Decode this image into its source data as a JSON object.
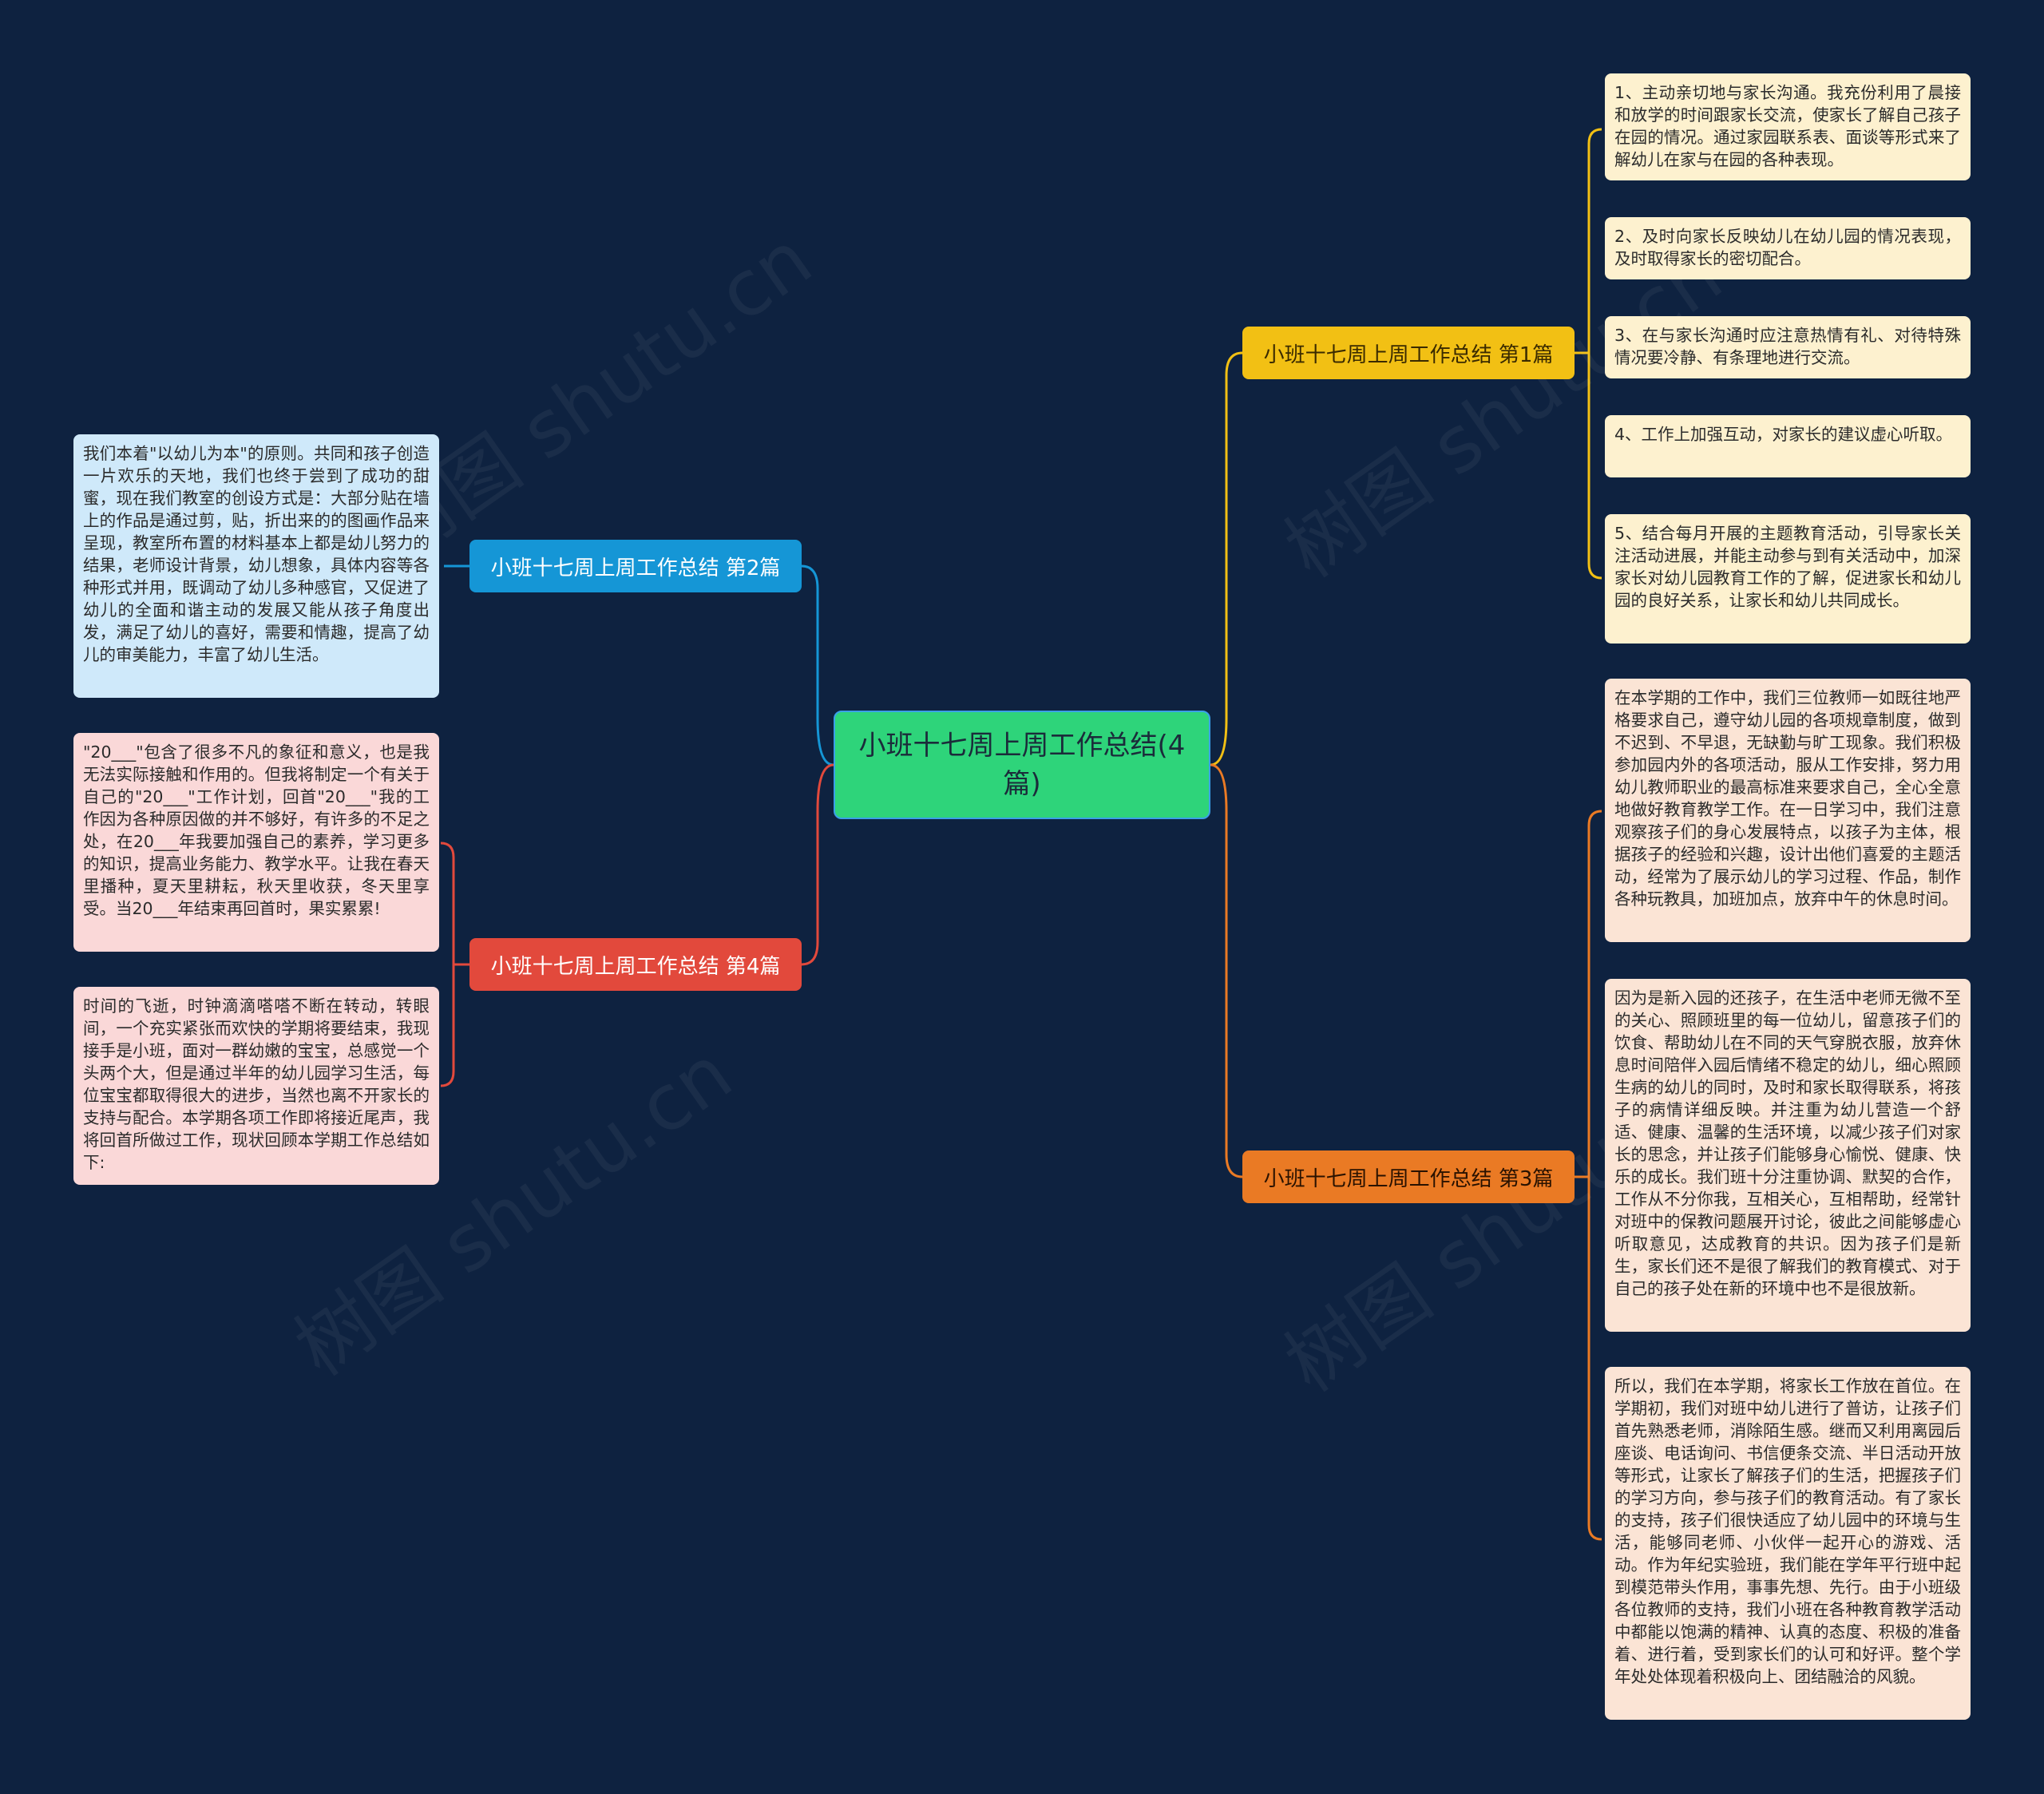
{
  "root": {
    "title": "小班十七周上周工作总结(4篇)"
  },
  "branches": [
    {
      "label": "小班十七周上周工作总结 第1篇",
      "leaves": [
        "1、主动亲切地与家长沟通。我充份利用了晨接和放学的时间跟家长交流，使家长了解自己孩子在园的情况。通过家园联系表、面谈等形式来了解幼儿在家与在园的各种表现。",
        "2、及时向家长反映幼儿在幼儿园的情况表现，及时取得家长的密切配合。",
        "3、在与家长沟通时应注意热情有礼、对待特殊情况要冷静、有条理地进行交流。",
        "4、工作上加强互动，对家长的建议虚心听取。",
        "5、结合每月开展的主题教育活动，引导家长关注活动进展，并能主动参与到有关活动中，加深家长对幼儿园教育工作的了解，促进家长和幼儿园的良好关系，让家长和幼儿共同成长。"
      ]
    },
    {
      "label": "小班十七周上周工作总结 第2篇",
      "leaves": [
        "我们本着\"以幼儿为本\"的原则。共同和孩子创造一片欢乐的天地，我们也终于尝到了成功的甜蜜，现在我们教室的创设方式是：大部分贴在墙上的作品是通过剪，贴，折出来的的图画作品来呈现，教室所布置的材料基本上都是幼儿努力的结果，老师设计背景，幼儿想象，具体内容等各种形式并用，既调动了幼儿多种感官，又促进了幼儿的全面和谐主动的发展又能从孩子角度出发，满足了幼儿的喜好，需要和情趣，提高了幼儿的审美能力，丰富了幼儿生活。"
      ]
    },
    {
      "label": "小班十七周上周工作总结 第3篇",
      "leaves": [
        "在本学期的工作中，我们三位教师一如既往地严格要求自己，遵守幼儿园的各项规章制度，做到不迟到、不早退，无缺勤与旷工现象。我们积极参加园内外的各项活动，服从工作安排，努力用幼儿教师职业的最高标准来要求自己，全心全意地做好教育教学工作。在一日学习中，我们注意观察孩子们的身心发展特点，以孩子为主体，根据孩子的经验和兴趣，设计出他们喜爱的主题活动，经常为了展示幼儿的学习过程、作品，制作各种玩教具，加班加点，放弃中午的休息时间。",
        "因为是新入园的还孩子，在生活中老师无微不至的关心、照顾班里的每一位幼儿，留意孩子们的饮食、帮助幼儿在不同的天气穿脱衣服，放弃休息时间陪伴入园后情绪不稳定的幼儿，细心照顾生病的幼儿的同时，及时和家长取得联系，将孩子的病情详细反映。并注重为幼儿营造一个舒适、健康、温馨的生活环境，以减少孩子们对家长的思念，并让孩子们能够身心愉悦、健康、快乐的成长。我们班十分注重协调、默契的合作，工作从不分你我，互相关心，互相帮助，经常针对班中的保教问题展开讨论，彼此之间能够虚心听取意见，达成教育的共识。因为孩子们是新生，家长们还不是很了解我们的教育模式、对于自己的孩子处在新的环境中也不是很放新。",
        "所以，我们在本学期，将家长工作放在首位。在学期初，我们对班中幼儿进行了普访，让孩子们首先熟悉老师，消除陌生感。继而又利用离园后座谈、电话询问、书信便条交流、半日活动开放等形式，让家长了解孩子们的生活，把握孩子们的学习方向，参与孩子们的教育活动。有了家长的支持，孩子们很快适应了幼儿园中的环境与生活，能够同老师、小伙伴一起开心的游戏、活动。作为年纪实验班，我们能在学年平行班中起到模范带头作用，事事先想、先行。由于小班级各位教师的支持，我们小班在各种教育教学活动中都能以饱满的精神、认真的态度、积极的准备着、进行着，受到家长们的认可和好评。整个学年处处体现着积极向上、团结融洽的风貌。"
      ]
    },
    {
      "label": "小班十七周上周工作总结 第4篇",
      "leaves": [
        "\"20___\"包含了很多不凡的象征和意义，也是我无法实际接触和作用的。但我将制定一个有关于自己的\"20___\"工作计划，回首\"20___\"我的工作因为各种原因做的并不够好，有许多的不足之处，在20___年我要加强自己的素养，学习更多的知识，提高业务能力、教学水平。让我在春天里播种，夏天里耕耘，秋天里收获，冬天里享受。当20___年结束再回首时，果实累累!",
        "时间的飞逝，时钟滴滴嗒嗒不断在转动，转眼间，一个充实紧张而欢快的学期将要结束，我现接手是小班，面对一群幼嫩的宝宝，总感觉一个头两个大，但是通过半年的幼儿园学习生活，每位宝宝都取得很大的进步，当然也离不开家长的支持与配合。本学期各项工作即将接近尾声，我将回首所做过工作，现状回顾本学期工作总结如下:"
      ]
    }
  ],
  "watermark": "树图 shutu.cn",
  "colors": {
    "background": "#0e2240",
    "root": "#2ed47a",
    "branch1": "#f2c014",
    "branch2": "#1596d6",
    "branch3": "#ea7a24",
    "branch4": "#e2493c"
  }
}
